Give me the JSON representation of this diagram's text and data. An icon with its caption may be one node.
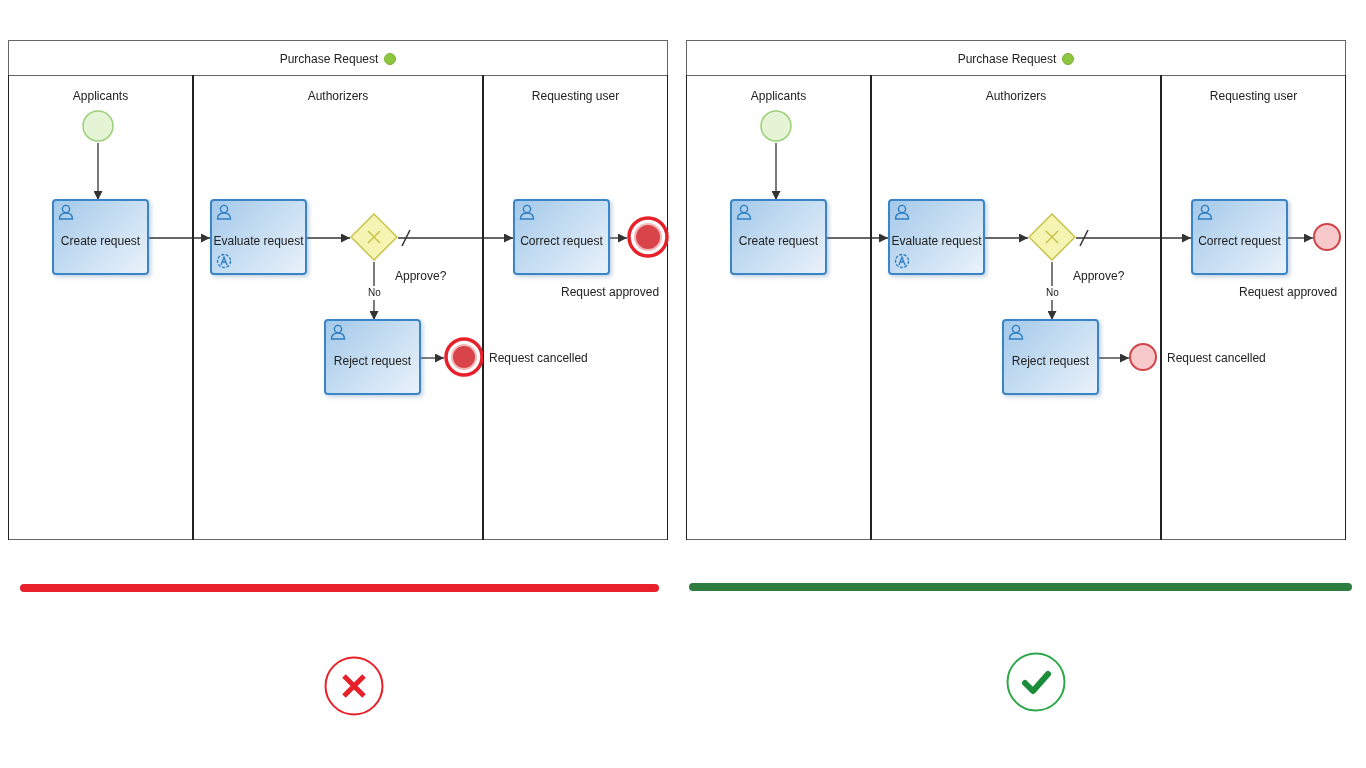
{
  "diagram": {
    "nodes": [
      {
        "text": [
          "Purchase Request"
        ]
      },
      {
        "text": [
          "Applicants"
        ],
        "in": 0
      },
      {
        "text": [
          "Authorizers"
        ],
        "in": 0
      },
      {
        "text": [
          "Requesting user"
        ],
        "in": 0
      },
      {
        "text": [],
        "shape": "circle",
        "in": 1
      },
      {
        "text": [
          "Create request"
        ],
        "in": 1
      },
      {
        "text": [
          "Evaluate request"
        ],
        "in": 2
      },
      {
        "text": [],
        "shape": "diamond",
        "in": 2,
        "beside": [
          "Approve?"
        ]
      },
      {
        "text": [
          "Reject request"
        ],
        "in": 2
      },
      {
        "text": [],
        "shape": "circle",
        "in": 2,
        "beside": [
          "Request cancelled"
        ]
      },
      {
        "text": [
          "Correct request"
        ],
        "in": 3
      },
      {
        "text": [],
        "shape": "circle",
        "in": 3
      },
      {
        "text": [
          "Purchase Request"
        ]
      },
      {
        "text": [
          "Applicants"
        ],
        "in": 12
      },
      {
        "text": [
          "Authorizers"
        ],
        "in": 12
      },
      {
        "text": [
          "Requesting user"
        ],
        "in": 12
      },
      {
        "text": [],
        "shape": "circle",
        "in": 13
      },
      {
        "text": [
          "Create request"
        ],
        "in": 13
      },
      {
        "text": [
          "Evaluate request"
        ],
        "in": 14
      },
      {
        "text": [],
        "shape": "diamond",
        "in": 14,
        "beside": [
          "Approve?"
        ]
      },
      {
        "text": [
          "Reject request"
        ],
        "in": 14
      },
      {
        "text": [],
        "shape": "circle",
        "in": 14,
        "beside": [
          "Request cancelled"
        ]
      },
      {
        "text": [
          "Correct request"
        ],
        "in": 15
      },
      {
        "text": [],
        "shape": "circle",
        "in": 15
      },
      {
        "text": [],
        "shape": "bar"
      },
      {
        "text": [],
        "shape": "bar"
      },
      {
        "text": [],
        "shape": "picture"
      },
      {
        "text": [],
        "shape": "picture"
      }
    ],
    "edges": [
      {
        "from": 4,
        "to": 5,
        "arrow": "to"
      },
      {
        "from": 5,
        "to": 6,
        "arrow": "to"
      },
      {
        "from": 6,
        "to": 7,
        "arrow": "to"
      },
      {
        "from": 7,
        "to": 10,
        "arrow": "to"
      },
      {
        "from": 7,
        "to": 8,
        "arrow": "to",
        "label": "No"
      },
      {
        "from": 8,
        "to": 9,
        "arrow": "to"
      },
      {
        "from": 10,
        "to": 11,
        "arrow": "to"
      },
      {
        "from": 16,
        "to": 17,
        "arrow": "to"
      },
      {
        "from": 17,
        "to": 18,
        "arrow": "to"
      },
      {
        "from": 18,
        "to": 19,
        "arrow": "to"
      },
      {
        "from": 19,
        "to": 22,
        "arrow": "to"
      },
      {
        "from": 19,
        "to": 20,
        "arrow": "to",
        "label": "No"
      },
      {
        "from": 20,
        "to": 21,
        "arrow": "to"
      },
      {
        "from": 22,
        "to": 23,
        "arrow": "to"
      }
    ],
    "labels": [
      "Request approved",
      "Request approved"
    ]
  }
}
